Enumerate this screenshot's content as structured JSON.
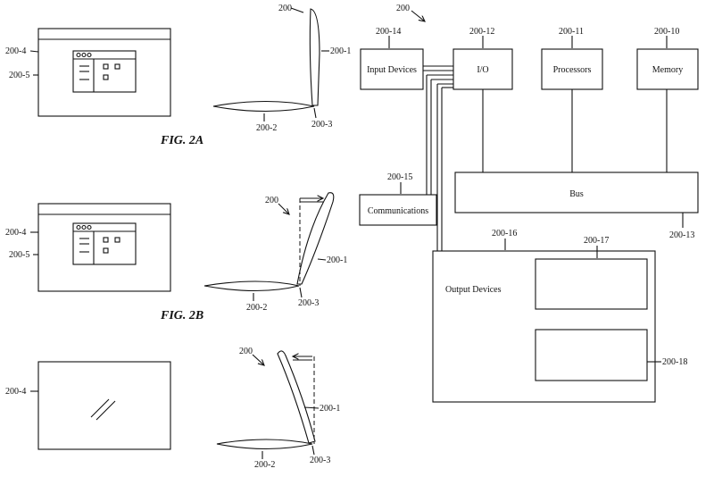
{
  "figures": {
    "fig_2a": "FIG. 2A",
    "fig_2b": "FIG. 2B"
  },
  "refs": {
    "r200_4": "200-4",
    "r200_5": "200-5",
    "r200": "200",
    "r200_1": "200-1",
    "r200_2": "200-2",
    "r200_3": "200-3"
  },
  "block_diagram": {
    "ref_main": "200",
    "input_devices": {
      "label": "Input Devices",
      "ref": "200-14"
    },
    "io": {
      "label": "I/O",
      "ref": "200-12"
    },
    "processors": {
      "label": "Processors",
      "ref": "200-11"
    },
    "memory": {
      "label": "Memory",
      "ref": "200-10"
    },
    "communications": {
      "label": "Communications",
      "ref": "200-15"
    },
    "bus": {
      "label": "Bus",
      "ref": "200-13"
    },
    "output_devices": {
      "label": "Output Devices",
      "ref": "200-16"
    },
    "output_sub_1": {
      "ref": "200-17"
    },
    "output_sub_2": {
      "ref": "200-18"
    }
  }
}
